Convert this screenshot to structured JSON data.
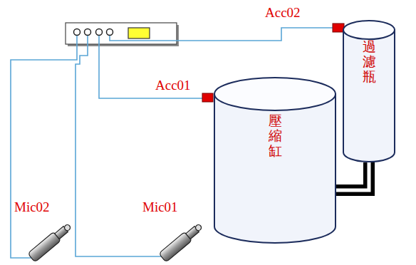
{
  "diagram": {
    "nodes": [
      {
        "text": [
          "壓縮缸"
        ]
      },
      {
        "text": [
          "過濾瓶"
        ]
      }
    ],
    "edges": [
      {
        "from": 0,
        "to": 1,
        "arrow": "none"
      }
    ],
    "labels": [
      "Acc02",
      "Acc01",
      "Mic02",
      "Mic01"
    ]
  }
}
